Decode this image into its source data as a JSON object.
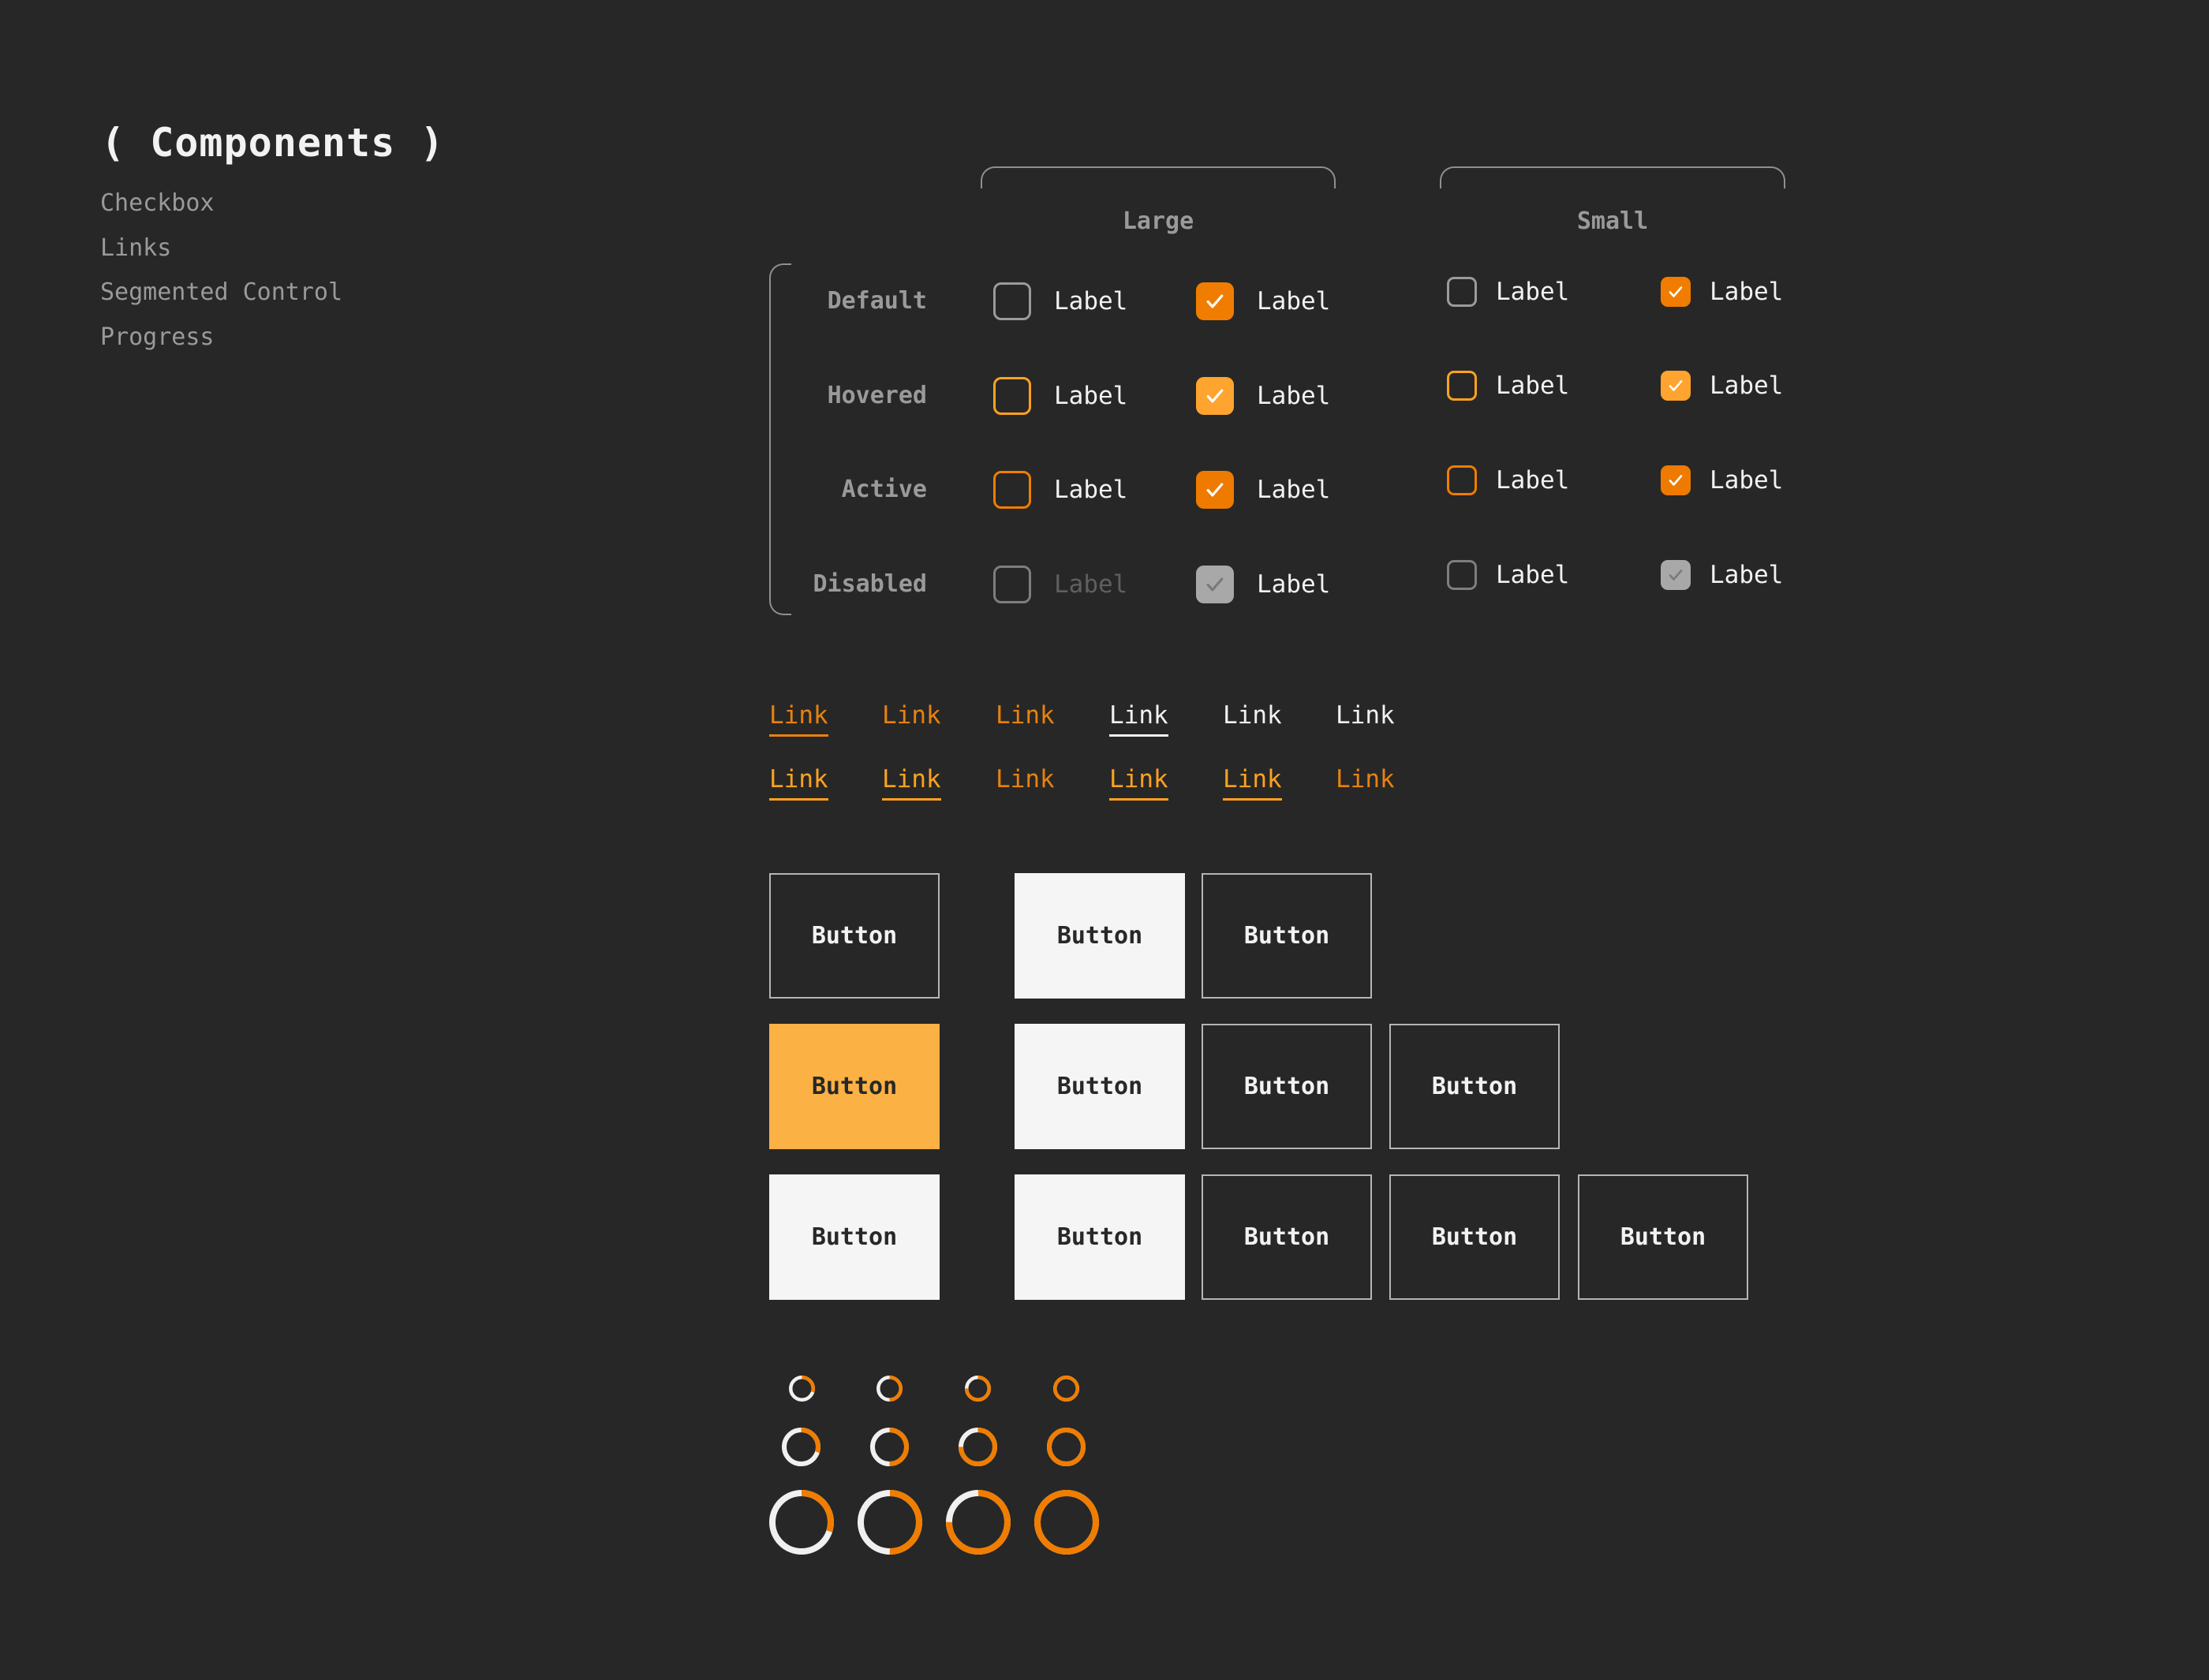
{
  "palette": {
    "background": "#272727",
    "text_white": "#F2F2F2",
    "text_muted_gray": "#9A9A9A",
    "bracket_gray": "#8F8F8F",
    "accent_orange": "#F07D00",
    "hover_orange_fill": "#FFA42E",
    "hover_orange_border": "#FFA21F",
    "link_orange": "#E8820F",
    "link_bright_orange": "#FFA21F",
    "disabled_fill_gray": "#A8A8A8",
    "disabled_check_gray": "#7A7A7A",
    "disabled_label_gray": "#5F5F5F",
    "button_border_gray": "#B5B5B5",
    "button_white": "#F5F5F5",
    "button_amber": "#FBB144"
  },
  "header": {
    "title": "( Components )"
  },
  "sidebar": {
    "items": [
      {
        "label": "Checkbox"
      },
      {
        "label": "Links"
      },
      {
        "label": "Segmented Control"
      },
      {
        "label": "Progress"
      }
    ]
  },
  "checkbox": {
    "columns": [
      {
        "label": "Large"
      },
      {
        "label": "Small"
      }
    ],
    "rows": [
      {
        "label": "Default"
      },
      {
        "label": "Hovered"
      },
      {
        "label": "Active"
      },
      {
        "label": "Disabled"
      }
    ],
    "item_label": "Label",
    "cell_states": "each row shows an unchecked and a checked checkbox per size"
  },
  "links": {
    "label": "Link",
    "rows": [
      {
        "cells": [
          {
            "color": "orange",
            "underline": true
          },
          {
            "color": "orange",
            "underline": false
          },
          {
            "color": "orange",
            "underline": false
          },
          {
            "color": "white",
            "underline": true
          },
          {
            "color": "white",
            "underline": false
          },
          {
            "color": "white",
            "underline": false
          }
        ]
      },
      {
        "cells": [
          {
            "color": "bright",
            "underline": true
          },
          {
            "color": "bright",
            "underline": true
          },
          {
            "color": "orange",
            "underline": false
          },
          {
            "color": "bright",
            "underline": true
          },
          {
            "color": "bright",
            "underline": true
          },
          {
            "color": "orange",
            "underline": false
          }
        ]
      }
    ]
  },
  "buttons": {
    "label": "Button",
    "grid": [
      [
        "outline",
        "fill-white",
        "outline"
      ],
      [
        "fill-amber",
        "fill-white",
        "outline",
        "outline"
      ],
      [
        "fill-white",
        "fill-white",
        "outline",
        "outline",
        "outline"
      ]
    ]
  },
  "progress": {
    "values_percent": [
      30,
      50,
      75,
      100
    ],
    "sizes": [
      {
        "name": "small",
        "diameter": 33,
        "stroke": 4.5
      },
      {
        "name": "medium",
        "diameter": 49,
        "stroke": 6
      },
      {
        "name": "large",
        "diameter": 82,
        "stroke": 8
      }
    ],
    "bar_color": "#F07D00",
    "track_color": "#F0F0F0"
  }
}
